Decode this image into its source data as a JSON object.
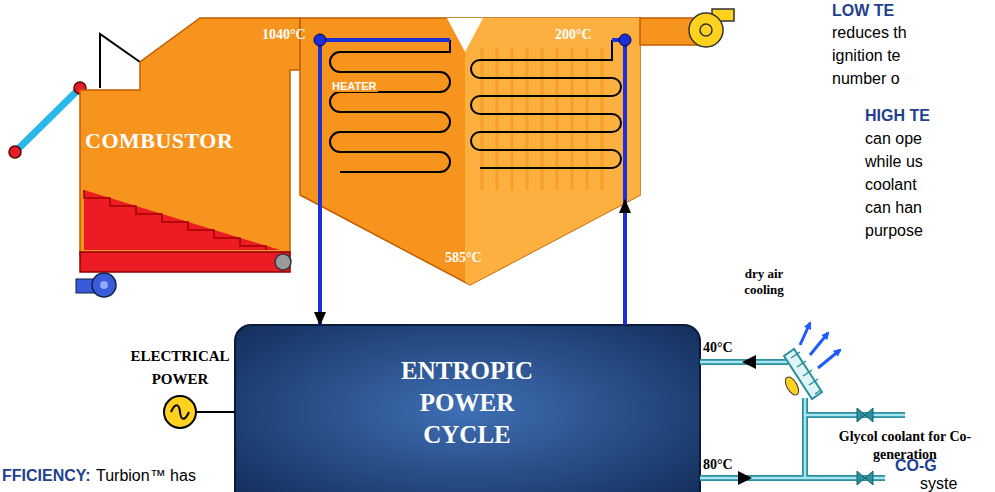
{
  "diagram": {
    "nodes": [
      {
        "text": [
          "COMBUSTOR"
        ]
      },
      {
        "text": [
          "HEATER"
        ]
      },
      {
        "text": [
          "ENTROPIC POWER CYCLE"
        ]
      },
      {
        "text": [
          "ELECTRICAL POWER"
        ]
      }
    ],
    "edges": [
      {
        "from": 1,
        "to": 2,
        "arrow": "to"
      },
      {
        "from": 2,
        "to": 1,
        "arrow": "to"
      },
      {
        "from": 2,
        "to": 3,
        "arrow": "none"
      }
    ],
    "labels": [
      "1040°C",
      "200°C",
      "585°C",
      "dry air cooling",
      "40°C",
      "80°C",
      "Glycol coolant for Co-generation",
      "LOW TE",
      "reduces th",
      "ignition te",
      "number o",
      "HIGH TE",
      "can ope",
      "while us",
      "coolant",
      "can han",
      "purpose",
      "FFICIENCY:",
      "Turbion™ has",
      "CO-G",
      "syste"
    ]
  }
}
